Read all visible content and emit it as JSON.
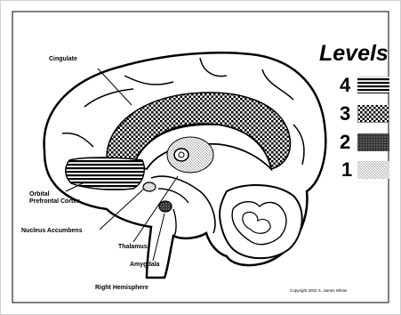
{
  "labels": {
    "cingulate": "Cingulate",
    "orbital": "Orbital",
    "prefrontal_cortex": "Prefrontal Cortex",
    "nucleus_accumbens": "Nucleus Accumbens",
    "thalamus": "Thalamus",
    "amygdala": "Amygdala",
    "right_hemisphere": "Right Hemisphere"
  },
  "legend": {
    "title": "Levels",
    "levels": [
      {
        "number": "4",
        "pattern": "horizontal-lines"
      },
      {
        "number": "3",
        "pattern": "checker"
      },
      {
        "number": "2",
        "pattern": "dense-stipple"
      },
      {
        "number": "1",
        "pattern": "light-stipple"
      }
    ]
  },
  "copyright": "Copyright 2002 S. James Whiter"
}
